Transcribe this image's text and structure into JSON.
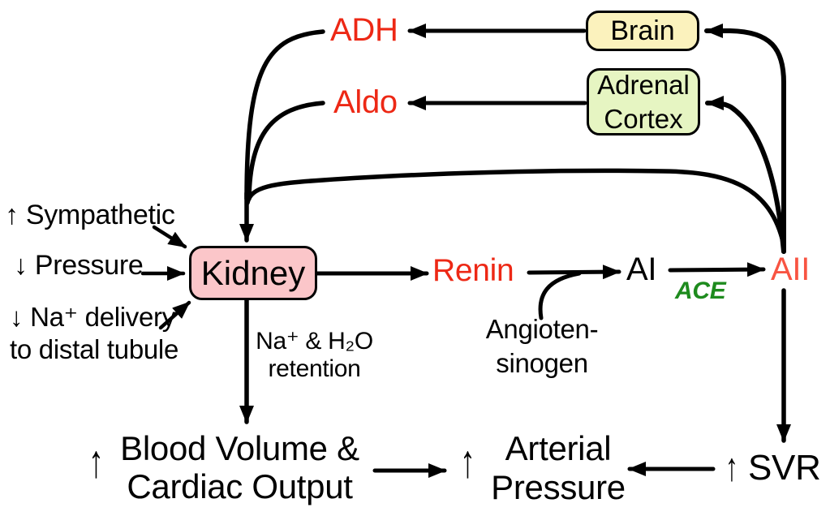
{
  "colors": {
    "red": "#ED2815",
    "red_light": "#F85442",
    "green": "#1E8B1E",
    "black": "#000000",
    "brain_fill": "#FBF2BD",
    "adrenal_fill": "#E6F5C2",
    "kidney_fill": "#FBC6C9"
  },
  "boxes": {
    "brain": {
      "label": "Brain"
    },
    "adrenal_cortex": {
      "label": "Adrenal\nCortex"
    },
    "kidney": {
      "label": "Kidney"
    }
  },
  "hormones": {
    "adh": {
      "label": "ADH"
    },
    "aldo": {
      "label": "Aldo"
    },
    "renin": {
      "label": "Renin"
    },
    "angiotensin_i": {
      "label": "AI"
    },
    "angiotensin_ii": {
      "label": "AII"
    },
    "ace": {
      "label": "ACE"
    },
    "angiotensinogen": {
      "label": "Angioten-\nsinogen"
    }
  },
  "kidney_inputs": {
    "sympathetic": {
      "label": "↑ Sympathetic"
    },
    "pressure": {
      "label": "↓ Pressure"
    },
    "na_delivery": {
      "label": "↓ Na⁺ delivery\nto distal tubule"
    }
  },
  "outcomes": {
    "na_h2o_retention": {
      "label": "Na⁺ & H₂O\nretention"
    },
    "blood_volume": {
      "arrow": "↑",
      "label": "Blood Volume &\nCardiac Output"
    },
    "arterial_pressure": {
      "arrow": "↑",
      "label": "Arterial\nPressure"
    },
    "svr": {
      "arrow": "↑",
      "label": "SVR"
    }
  }
}
